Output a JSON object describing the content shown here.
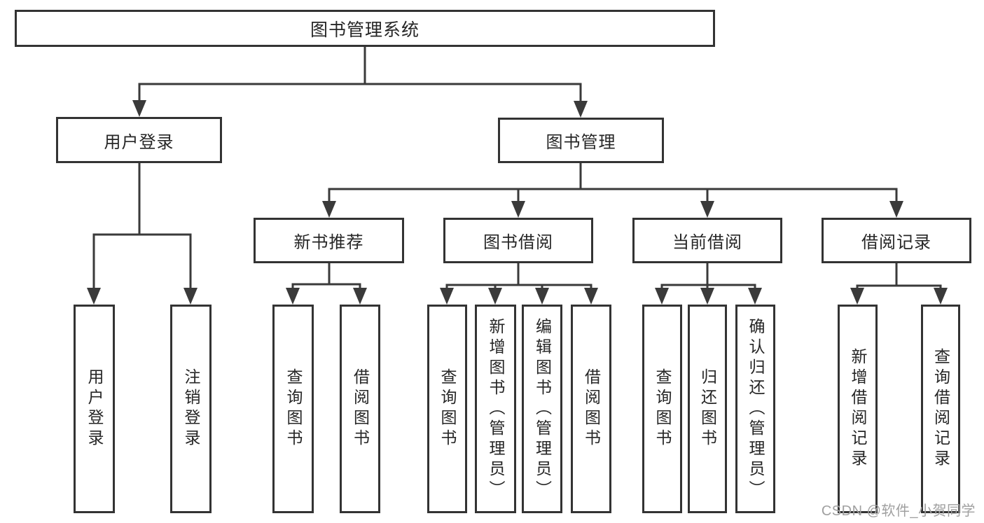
{
  "title": "图书管理系统",
  "tree": {
    "label": "图书管理系统",
    "children": [
      {
        "label": "用户登录",
        "children": [
          {
            "label": "用户登录"
          },
          {
            "label": "注销登录"
          }
        ]
      },
      {
        "label": "图书管理",
        "children": [
          {
            "label": "新书推荐",
            "children": [
              {
                "label": "查询图书"
              },
              {
                "label": "借阅图书"
              }
            ]
          },
          {
            "label": "图书借阅",
            "children": [
              {
                "label": "查询图书"
              },
              {
                "label": "新增图书（管理员）"
              },
              {
                "label": "编辑图书（管理员）"
              },
              {
                "label": "借阅图书"
              }
            ]
          },
          {
            "label": "当前借阅",
            "children": [
              {
                "label": "查询图书"
              },
              {
                "label": "归还图书"
              },
              {
                "label": "确认归还（管理员）"
              }
            ]
          },
          {
            "label": "借阅记录",
            "children": [
              {
                "label": "新增借阅记录"
              },
              {
                "label": "查询借阅记录"
              }
            ]
          }
        ]
      }
    ]
  },
  "watermark": {
    "text": "CSDN @软件_小贺同学"
  },
  "colors": {
    "background": "#ffffff",
    "box_border": "#333333",
    "connector_line": "#3a3a3a",
    "text": "#262626",
    "watermark_text": "#a0a0a0"
  }
}
